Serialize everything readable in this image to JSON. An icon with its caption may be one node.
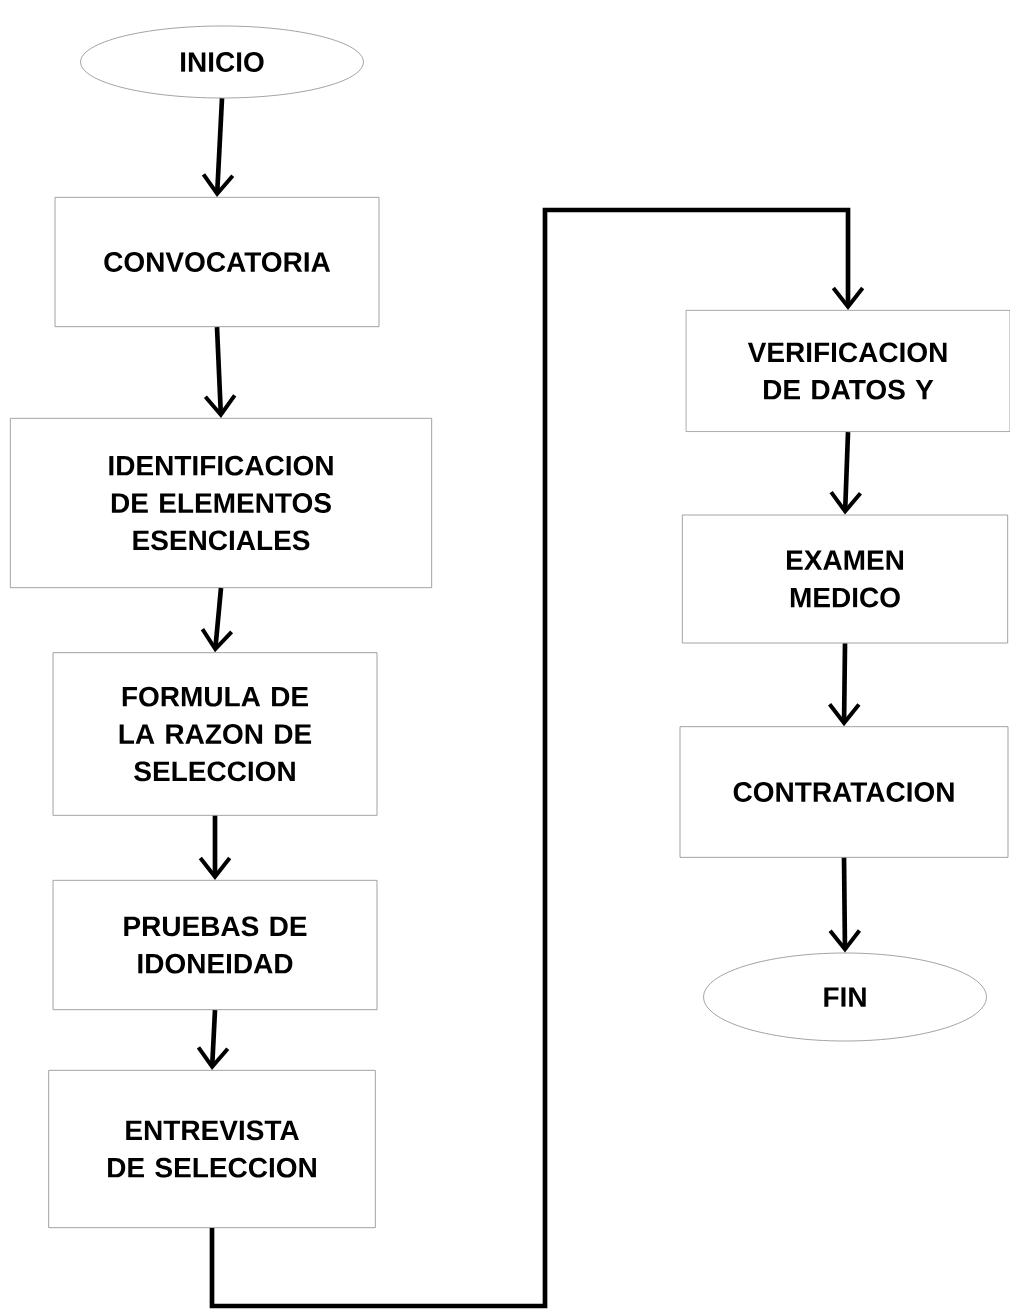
{
  "diagram": {
    "nodes": [
      {
        "text": [
          "INICIO"
        ]
      },
      {
        "text": [
          "CONVOCATORIA"
        ]
      },
      {
        "text": [
          "IDENTIFICACION DE ELEMENTOS ESENCIALES"
        ]
      },
      {
        "text": [
          "FORMULA DE LA RAZON DE SELECCION"
        ]
      },
      {
        "text": [
          "PRUEBAS DE IDONEIDAD"
        ]
      },
      {
        "text": [
          "ENTREVISTA DE SELECCION"
        ]
      },
      {
        "text": [
          "VERIFICACION DE DATOS Y"
        ]
      },
      {
        "text": [
          "EXAMEN MEDICO"
        ]
      },
      {
        "text": [
          "CONTRATACION"
        ]
      },
      {
        "text": [
          "FIN"
        ]
      }
    ],
    "edges": [
      {
        "from": 0,
        "to": 1,
        "arrow": "to"
      },
      {
        "from": 1,
        "to": 2,
        "arrow": "to"
      },
      {
        "from": 2,
        "to": 3,
        "arrow": "to"
      },
      {
        "from": 3,
        "to": 4,
        "arrow": "to"
      },
      {
        "from": 4,
        "to": 5,
        "arrow": "to"
      },
      {
        "from": 5,
        "to": 6,
        "arrow": "to"
      },
      {
        "from": 6,
        "to": 7,
        "arrow": "to"
      },
      {
        "from": 7,
        "to": 8,
        "arrow": "to"
      },
      {
        "from": 8,
        "to": 9,
        "arrow": "to"
      }
    ]
  }
}
